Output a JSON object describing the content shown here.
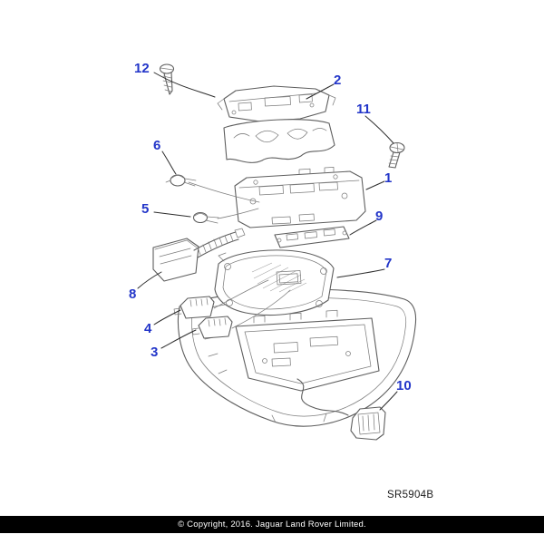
{
  "diagram": {
    "reference_code": "SR5904B",
    "accent_color": "#2336c9",
    "callouts": [
      {
        "label": "12"
      },
      {
        "label": "2"
      },
      {
        "label": "11"
      },
      {
        "label": "6"
      },
      {
        "label": "1"
      },
      {
        "label": "5"
      },
      {
        "label": "9"
      },
      {
        "label": "8"
      },
      {
        "label": "7"
      },
      {
        "label": "4"
      },
      {
        "label": "3"
      },
      {
        "label": "10"
      }
    ]
  },
  "footer": {
    "copyright": "© Copyright, 2016. Jaguar Land Rover Limited."
  }
}
